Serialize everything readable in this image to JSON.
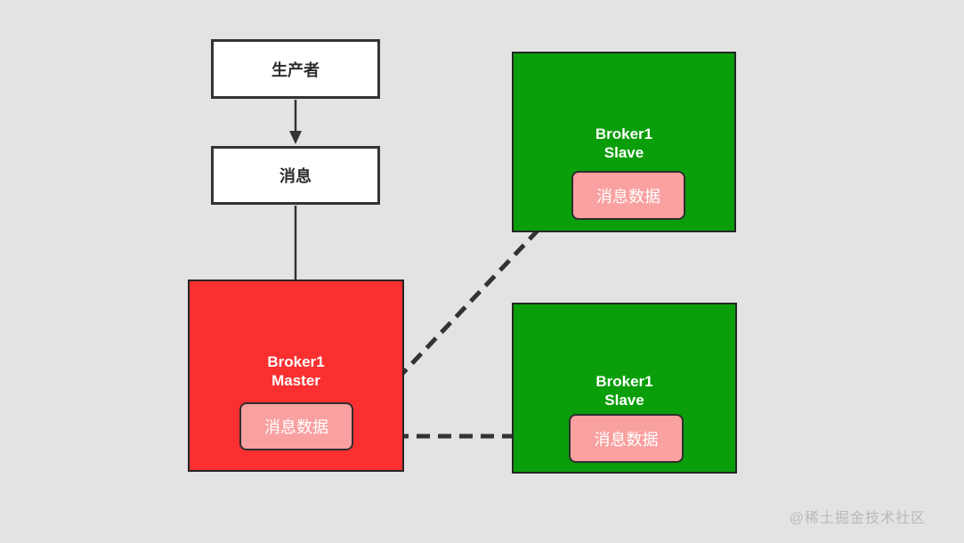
{
  "colors": {
    "background": "#e3e3e3",
    "red": "#fa3030",
    "green": "#0a9e0a",
    "pink": "#f9a0a0",
    "line": "#333333",
    "box-border": "#333333",
    "watermark": "#b9b9b9"
  },
  "nodes": {
    "producer": {
      "label": "生产者"
    },
    "message": {
      "label": "消息"
    },
    "master": {
      "title": "Broker1\nMaster",
      "data_label": "消息数据"
    },
    "slave_top": {
      "title": "Broker1\nSlave",
      "data_label": "消息数据"
    },
    "slave_bottom": {
      "title": "Broker1\nSlave",
      "data_label": "消息数据"
    }
  },
  "watermark": "@稀土掘金技术社区"
}
